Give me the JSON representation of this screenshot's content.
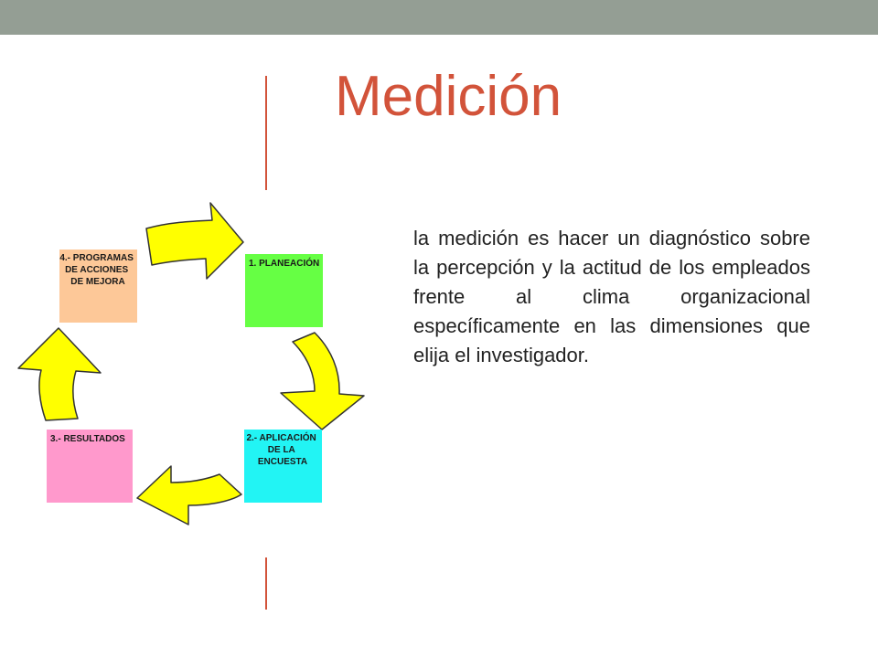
{
  "slide": {
    "title": "Medición",
    "body": "la medición es hacer un diagnóstico sobre la percepción y la actitud de los empleados frente al clima organizacional específicamente en las dimensiones que elija el investigador."
  },
  "cycle": {
    "steps": [
      {
        "label": [
          "1. PLANEACIÓN"
        ],
        "color": "#66ff44"
      },
      {
        "label": [
          "2.- APLICACIÓN",
          "DE LA",
          "ENCUESTA"
        ],
        "color": "#22f4f4"
      },
      {
        "label": [
          "3.- RESULTADOS"
        ],
        "color": "#ff99cc"
      },
      {
        "label": [
          "4.- PROGRAMAS",
          "DE ACCIONES",
          "DE MEJORA"
        ],
        "color": "#fdc898"
      }
    ],
    "arrow_color": "#ffff00"
  },
  "colors": {
    "top_bar": "#949e94",
    "accent": "#d2533a"
  }
}
